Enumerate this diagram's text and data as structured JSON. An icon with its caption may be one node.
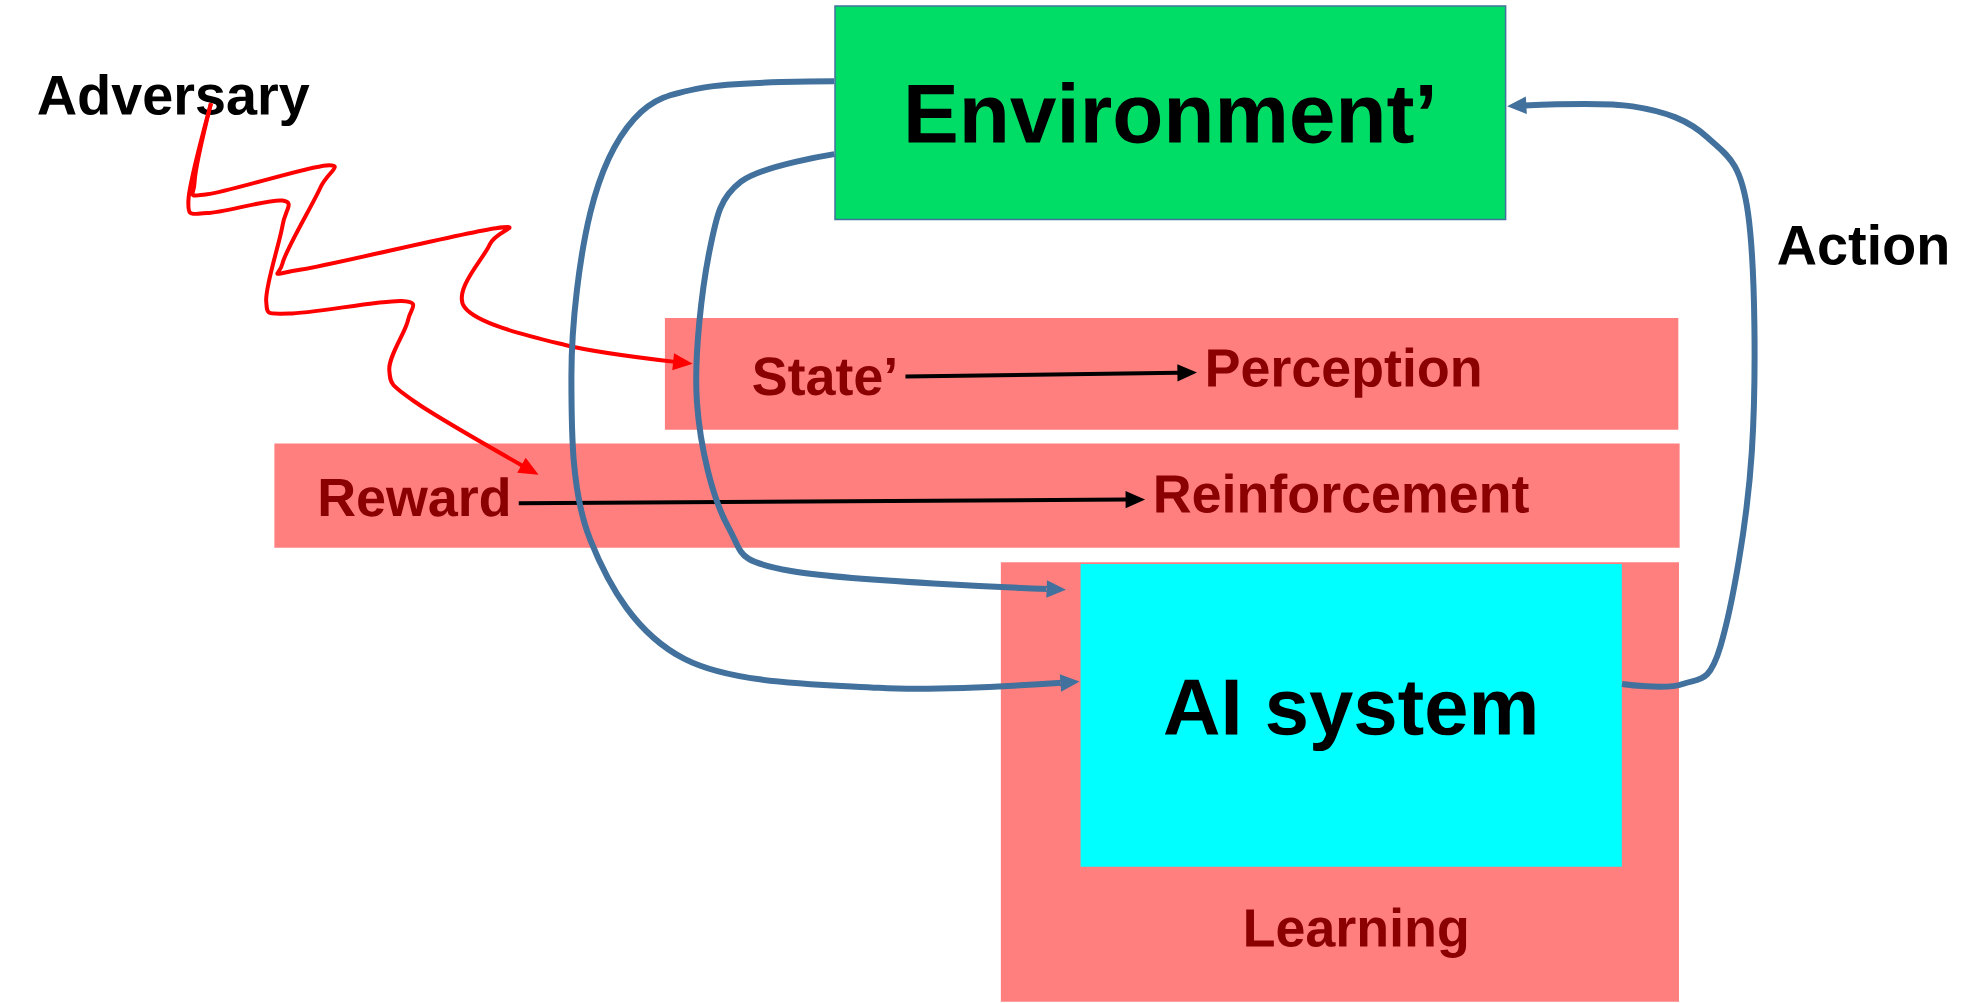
{
  "diagram": {
    "nodes": [
      {
        "text": [
          "Adversary"
        ]
      },
      {
        "text": [
          "Environment’"
        ]
      },
      {
        "text": [],
        "shape": "bar"
      },
      {
        "text": [
          "State’"
        ],
        "in": 2
      },
      {
        "text": [
          "Perception"
        ],
        "in": 2
      },
      {
        "text": [],
        "shape": "bar"
      },
      {
        "text": [
          "Reward"
        ],
        "in": 5
      },
      {
        "text": [
          "Reinforcement"
        ],
        "in": 5
      },
      {
        "text": [
          "Learning"
        ]
      },
      {
        "text": [
          "AI system"
        ],
        "in": 8
      }
    ],
    "edges": [
      {
        "from": 0,
        "to": 3,
        "arrow": "to",
        "color": "#ff0000"
      },
      {
        "from": 0,
        "to": 6,
        "arrow": "to",
        "color": "#ff0000"
      },
      {
        "from": 3,
        "to": 4,
        "arrow": "to",
        "color": "#000000"
      },
      {
        "from": 6,
        "to": 7,
        "arrow": "to",
        "color": "#000000"
      },
      {
        "from": 1,
        "to": 9,
        "arrow": "to"
      },
      {
        "from": 1,
        "to": 9,
        "arrow": "to"
      },
      {
        "from": 9,
        "to": 1,
        "arrow": "to",
        "label": "Action"
      }
    ]
  }
}
